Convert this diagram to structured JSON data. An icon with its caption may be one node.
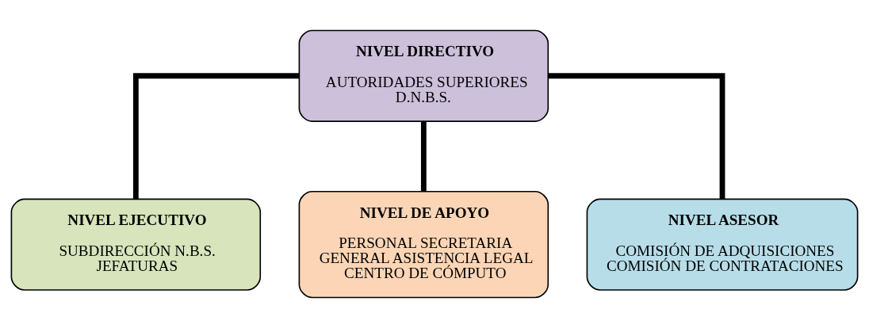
{
  "diagram": {
    "nodes": [
      {
        "text": [
          "NIVEL DIRECTIVO",
          "AUTORIDADES SUPERIORES D.N.B.S."
        ]
      },
      {
        "text": [
          "NIVEL EJECUTIVO",
          "SUBDIRECCIÓN N.B.S. JEFATURAS"
        ]
      },
      {
        "text": [
          "NIVEL DE APOYO",
          "PERSONAL SECRETARIA GENERAL ASISTENCIA LEGAL CENTRO DE CÓMPUTO"
        ]
      },
      {
        "text": [
          "NIVEL ASESOR",
          "COMISIÓN DE ADQUISICIONES COMISIÓN DE CONTRATACIONES"
        ]
      }
    ],
    "edges": [
      {
        "from": 0,
        "to": 1,
        "arrow": "none"
      },
      {
        "from": 0,
        "to": 2,
        "arrow": "none"
      },
      {
        "from": 0,
        "to": 3,
        "arrow": "none"
      }
    ]
  }
}
